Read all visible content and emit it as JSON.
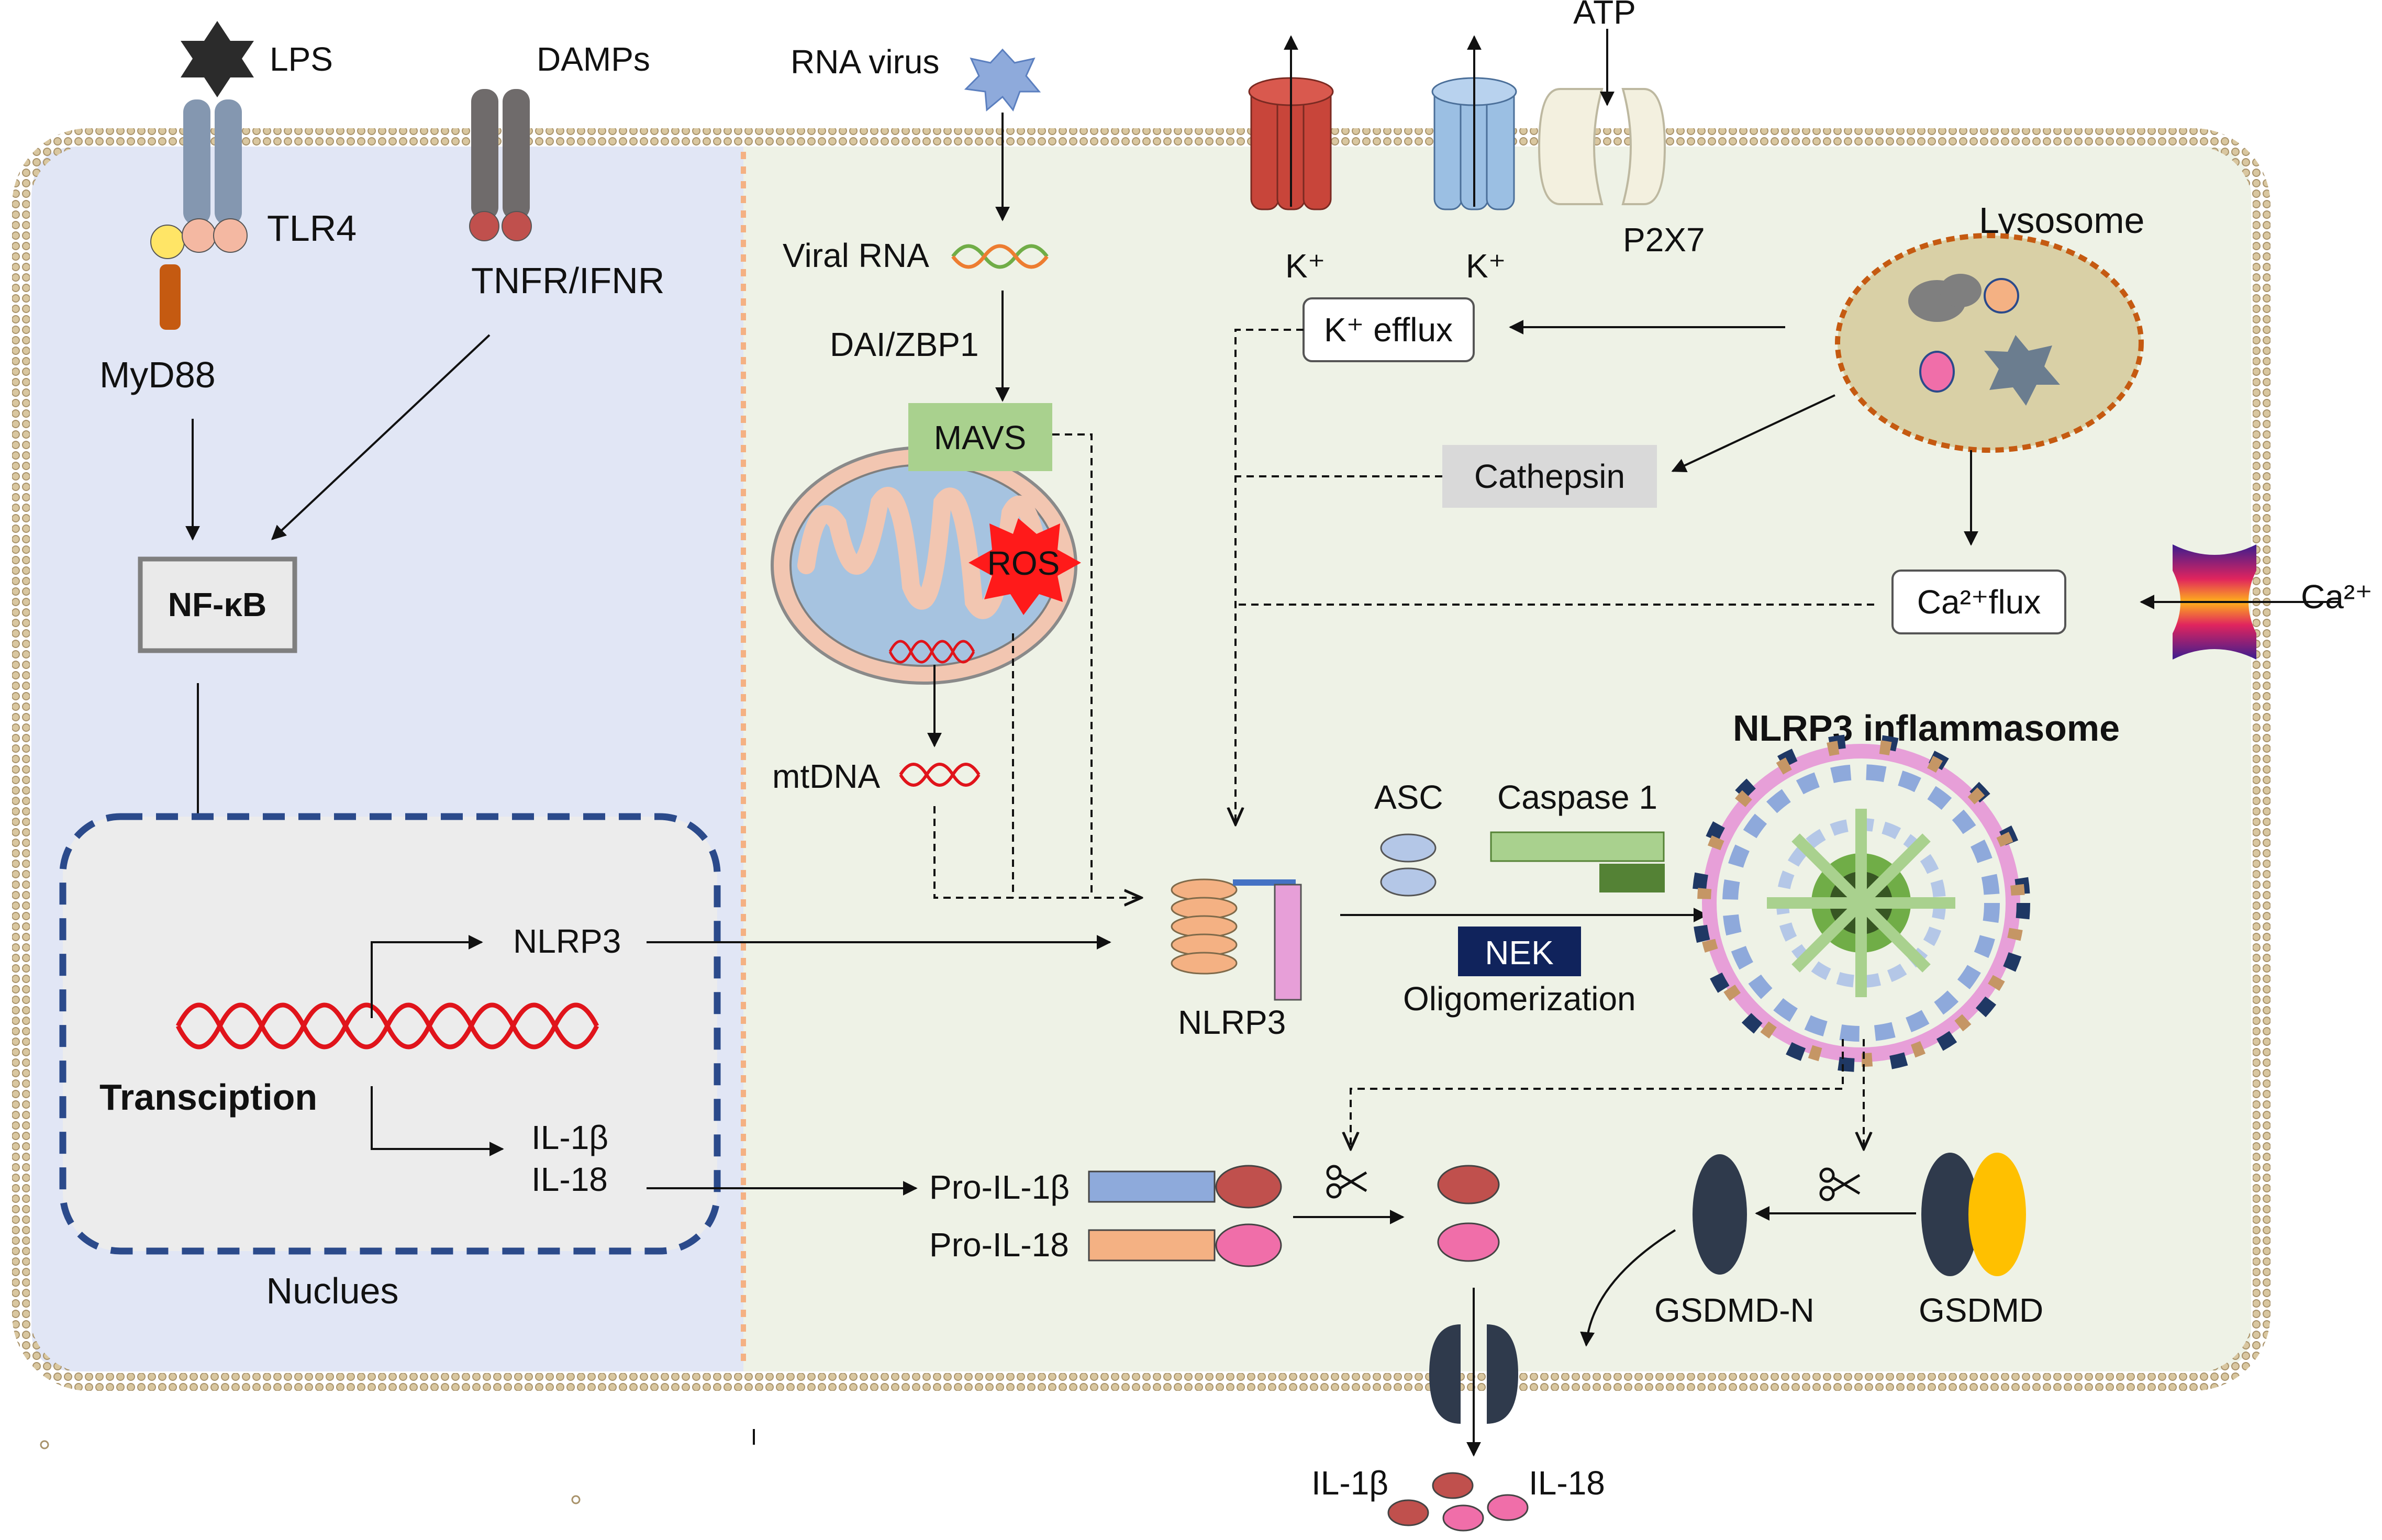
{
  "labels": {
    "lps": "LPS",
    "damps": "DAMPs",
    "rna_virus": "RNA virus",
    "atp": "ATP",
    "tlr4": "TLR4",
    "myd88": "MyD88",
    "tnfr": "TNFR/IFNR",
    "nfkb": "NF-κB",
    "viral_rna": "Viral RNA",
    "dai": "DAI/ZBP1",
    "mavs": "MAVS",
    "ros": "ROS",
    "mtdna": "mtDNA",
    "k_plus_1": "K⁺",
    "k_plus_2": "K⁺",
    "p2x7": "P2X7",
    "lysosome": "Lysosome",
    "k_efflux": "K⁺ efflux",
    "cathepsin": "Cathepsin",
    "ca_flux": "Ca²⁺flux",
    "ca_ion": "Ca²⁺",
    "inflammasome": "NLRP3 inflammasome",
    "asc": "ASC",
    "caspase1": "Caspase 1",
    "nek": "NEK",
    "oligomerization": "Oligomerization",
    "nlrp3_protein": "NLRP3",
    "nlrp3_gene": "NLRP3",
    "transcription": "Transciption",
    "il1b_gene": "IL-1β",
    "il18_gene": "IL-18",
    "nucleus": "Nuclues",
    "pro_il1b": "Pro-IL-1β",
    "pro_il18": "Pro-IL-18",
    "gsdmd_n": "GSDMD-N",
    "gsdmd": "GSDMD",
    "il1b_out": "IL-1β",
    "il18_out": "IL-18"
  },
  "colors": {
    "left_panel": "#e1e6f5",
    "right_panel": "#eef2e6",
    "nucleus_fill": "#ececec",
    "nucleus_border": "#2b4a8b",
    "k_channel_red": "#c8453a",
    "k_channel_blue": "#9bbfe3",
    "mavs": "#a9d18e",
    "nek": "#10235c",
    "ros": "#ff1a1a",
    "dna_red": "#e0141b",
    "lysosome": "#d9d0a6",
    "pore": "#2f3a4c",
    "gsdmd_yellow": "#ffc000",
    "il1b": "#c0504d",
    "il18": "#f06ea9",
    "pro_il1b_bar": "#8eaadb",
    "pro_il18_bar": "#f4b183",
    "caspase_light": "#a9d18e",
    "caspase_dark": "#548235"
  },
  "icons": [
    "lps-star-icon",
    "rna-virus-icon",
    "k-channel-icon",
    "p2x7-channel-icon",
    "ca-channel-icon",
    "scissors-icon",
    "dna-helix-icon",
    "mitochondrion-icon",
    "lysosome-icon",
    "inflammasome-ring-icon",
    "membrane-pore-icon"
  ]
}
